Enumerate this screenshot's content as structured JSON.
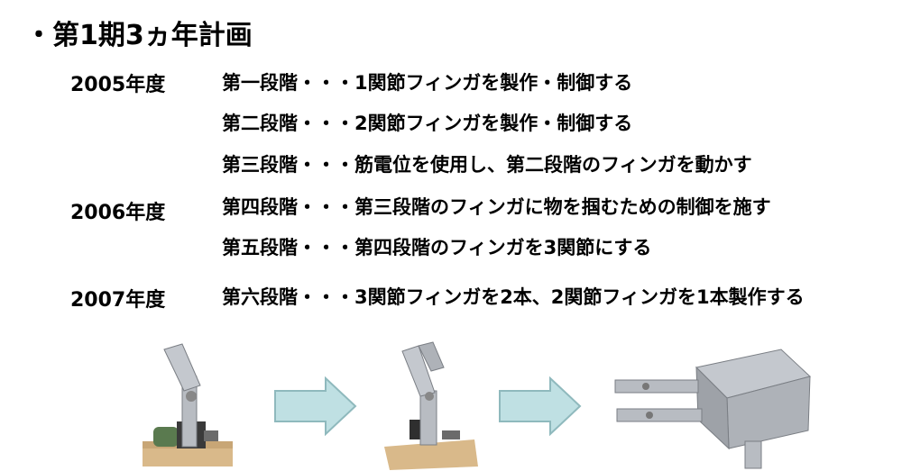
{
  "title": "・第1期3ヵ年計画",
  "years": [
    "2005年度",
    "2006年度",
    "2007年度"
  ],
  "steps": [
    "第一段階・・・1関節フィンガを製作・制御する",
    "第二段階・・・2関節フィンガを製作・制御する",
    "第三段階・・・筋電位を使用し、第二段階のフィンガを動かす",
    "第四段階・・・第三段階のフィンガに物を掴むための制御を施す",
    "第五段階・・・第四段階のフィンガを3関節にする",
    "第六段階・・・3関節フィンガを2本、2関節フィンガを1本製作する"
  ],
  "colors": {
    "arrow_fill": "#bfe0e3",
    "arrow_stroke": "#8fb9bd"
  },
  "images": [
    "one-joint-finger-photo",
    "two-joint-finger-photo",
    "multi-finger-hand-photo"
  ]
}
